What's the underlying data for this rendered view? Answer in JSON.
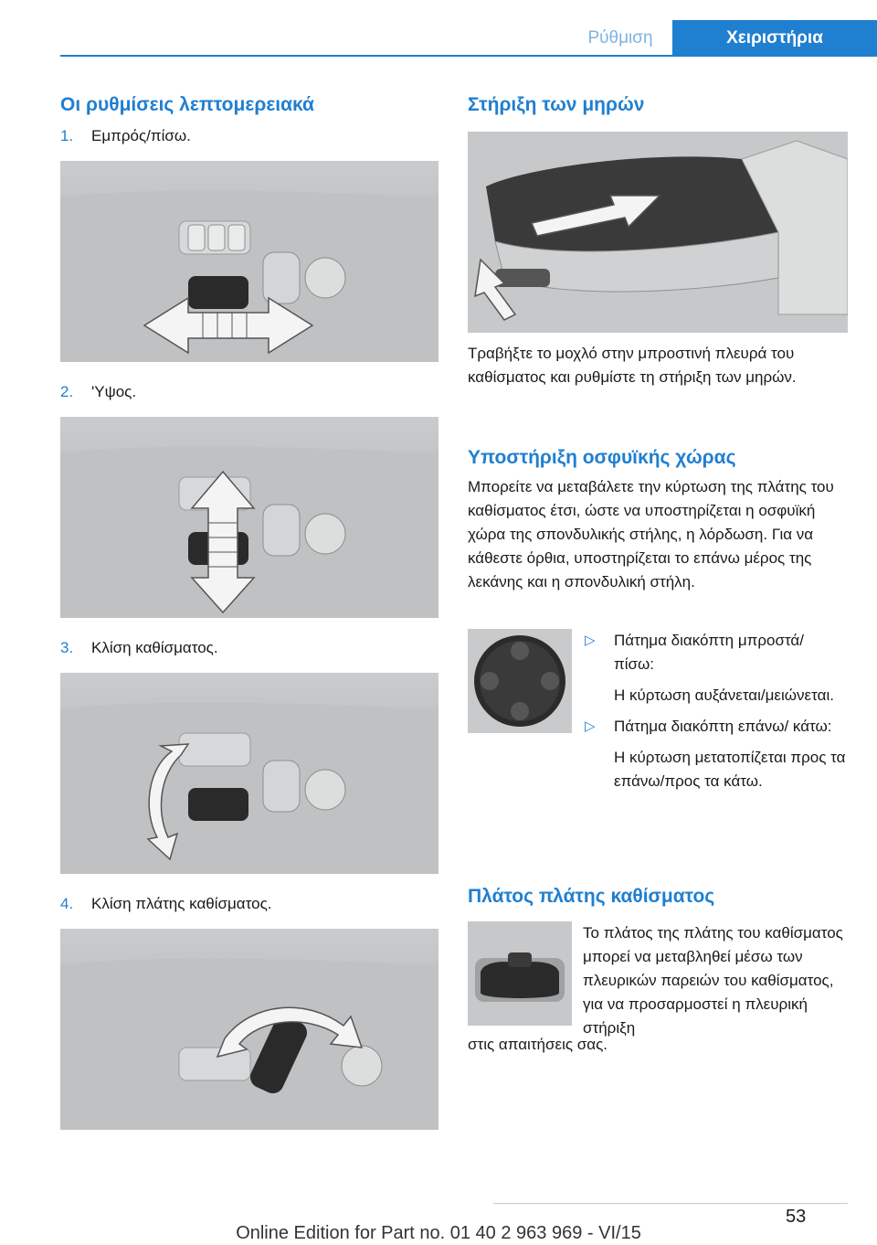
{
  "header": {
    "tab_inactive": "Ρύθμιση",
    "tab_active": "Χειριστήρια"
  },
  "left": {
    "heading": "Οι ρυθμίσεις λεπτομερειακά",
    "steps": [
      {
        "num": "1.",
        "label": "Εμπρός/πίσω."
      },
      {
        "num": "2.",
        "label": "'Υψος."
      },
      {
        "num": "3.",
        "label": "Κλίση καθίσματος."
      },
      {
        "num": "4.",
        "label": "Κλίση πλάτης καθίσματος."
      }
    ]
  },
  "right": {
    "thigh": {
      "heading": "Στήριξη των μηρών",
      "text": "Τραβήξτε το μοχλό στην μπροστινή πλευρά του καθίσματος και ρυθμίστε τη στήριξη των μηρών."
    },
    "lumbar": {
      "heading": "Υποστήριξη οσφυϊκής χώρας",
      "text": "Μπορείτε να μεταβάλετε την κύρτωση της πλάτης του καθίσματος έτσι, ώστε να υποστη­ρίζεται η οσφυϊκή χώρα της σπονδυλικής στή­λης, η λόρδωση. Για να κάθεστε όρθια, υπο­στηρίζεται το επάνω μέρος της λεκάνης και η σπονδυλική στήλη.",
      "bullet_marker": "▷",
      "bullets": [
        {
          "action": "Πάτημα διακόπτη μπροστά/ πίσω:",
          "result": "Η κύρτωση αυξάνεται/μειώ­νεται."
        },
        {
          "action": "Πάτημα διακόπτη επάνω/ κάτω:",
          "result": "Η κύρτωση μετατοπίζεται προς τα επάνω/προς τα κάτω."
        }
      ]
    },
    "width": {
      "heading": "Πλάτος πλάτης καθίσματος",
      "text_side": "Το πλάτος της πλάτης του καθί­σματος μπορεί να μεταβληθεί μέσω των πλευρικών παρειών του καθίσματος, για να προ­σαρμοστεί η πλευρική στήριξη",
      "text_full": "στις απαιτήσεις σας."
    }
  },
  "footer": {
    "edition": "Online Edition for Part no. 01 40 2 963 969 - VI/15",
    "page": "53"
  }
}
